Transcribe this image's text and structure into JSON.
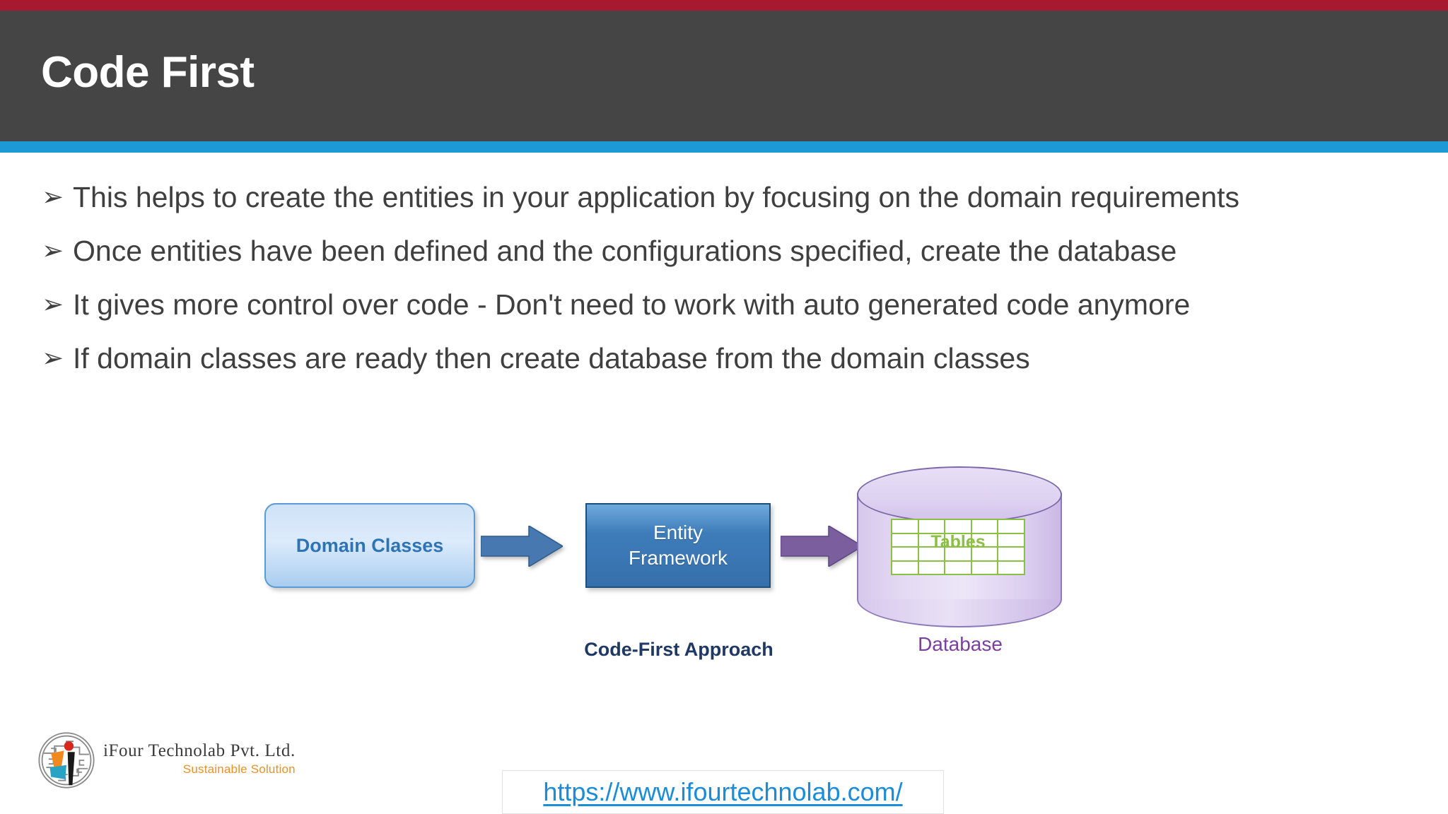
{
  "slide": {
    "title": "Code First",
    "accent_colors": {
      "top_bar": "#A6192E",
      "title_bar": "#454545",
      "underline_bar": "#1B9AD6",
      "body_text": "#3F3F3F",
      "link": "#1A8CD8"
    }
  },
  "bullets": [
    {
      "marker": "➢",
      "text": "This helps to create the entities in your application by focusing on the domain requirements"
    },
    {
      "marker": "➢",
      "text": "Once entities have been defined and the configurations specified, create the database"
    },
    {
      "marker": "➢",
      "text": "It gives more control over code - Don't need to work with auto generated code anymore"
    },
    {
      "marker": "➢",
      "text": "If domain classes are ready then create database from the domain classes"
    }
  ],
  "diagram": {
    "caption": "Code-First Approach",
    "domain_classes_box": {
      "label": "Domain Classes",
      "fill": "#CFE2F7",
      "border": "#5B9BD5",
      "text_color": "#2E74B5"
    },
    "entity_framework_box": {
      "label_line1": "Entity",
      "label_line2": "Framework",
      "fill": "#3E7CB9",
      "border": "#1F4E79",
      "text_color": "#FFFFFF"
    },
    "arrows": [
      {
        "name": "domain-to-entity-framework",
        "color": "#4779B0",
        "direction": "right"
      },
      {
        "name": "entity-framework-to-database",
        "color": "#7A5E9E",
        "direction": "right"
      }
    ],
    "database": {
      "caption": "Database",
      "tables_label": "Tables",
      "cylinder_fill": "#E4DAF3",
      "cylinder_border": "#8E79B8",
      "caption_color": "#7B3FA0",
      "grid_color": "#8CC044",
      "grid_columns": 5,
      "grid_rows": 4
    }
  },
  "footer": {
    "logo": {
      "company_name": "iFour Technolab Pvt. Ltd.",
      "tagline": "Sustainable Solution",
      "icon_name": "ifour-labyrinth-logo"
    },
    "url": "https://www.ifourtechnolab.com/"
  }
}
